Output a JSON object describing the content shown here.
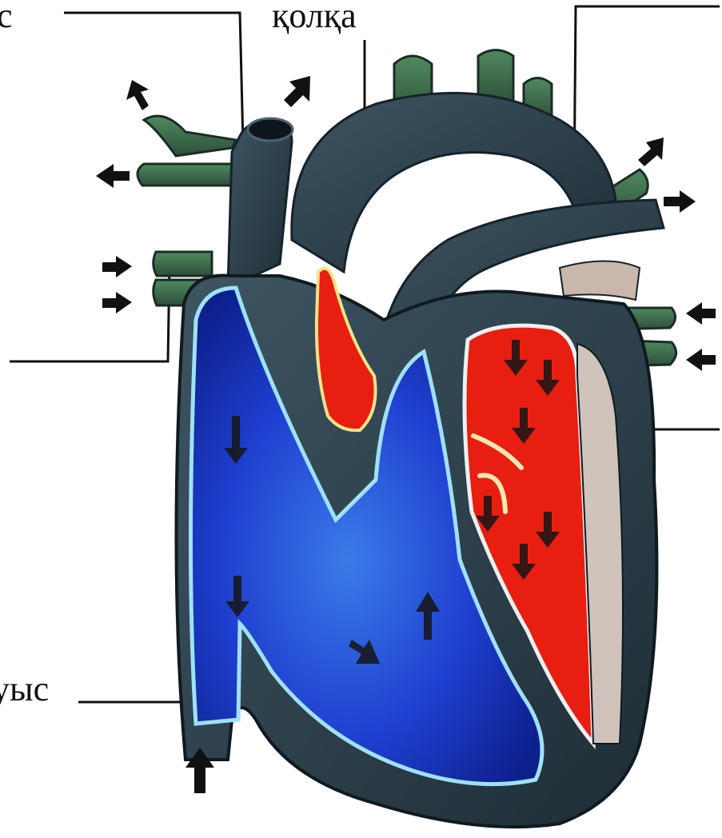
{
  "labels": {
    "top": "қолқа",
    "top_left_fragment": "с",
    "bottom_left_fragment": "уыс"
  },
  "colors": {
    "oxygen_poor_blood": "#1a3bd6",
    "oxygen_rich_blood": "#e81e10",
    "vessel_wall": "#2c3f4a",
    "vessel_green": "#3f6b4c",
    "outline": "#9fe0ff",
    "leader_line": "#111111",
    "arrow": "#111111"
  },
  "icons": [
    "flow-arrow-icon"
  ]
}
